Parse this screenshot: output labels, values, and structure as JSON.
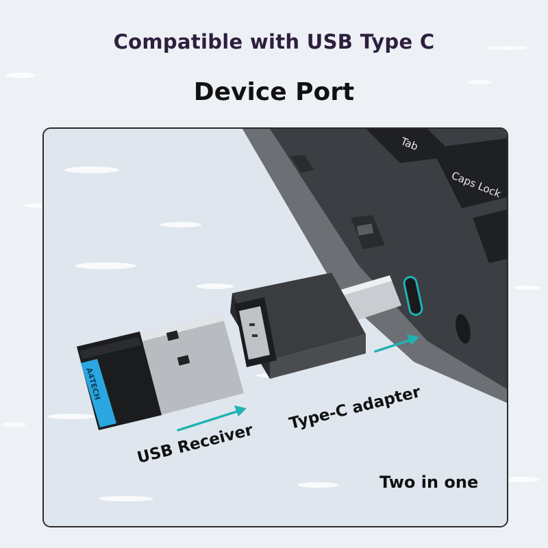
{
  "header": {
    "subtitle": "Compatible with USB Type C",
    "title": "Device Port"
  },
  "laptop": {
    "keys": [
      "Tab",
      "Caps Lock"
    ]
  },
  "receiver": {
    "brand_text": "A4TECH"
  },
  "labels": {
    "usb_receiver": "USB Receiver",
    "type_c_adapter": "Type-C adapter",
    "two_in_one": "Two in one"
  },
  "colors": {
    "accent_teal": "#1fb3b3",
    "receiver_blue": "#2aa7e0",
    "subtitle_purple": "#2e1f3e"
  }
}
